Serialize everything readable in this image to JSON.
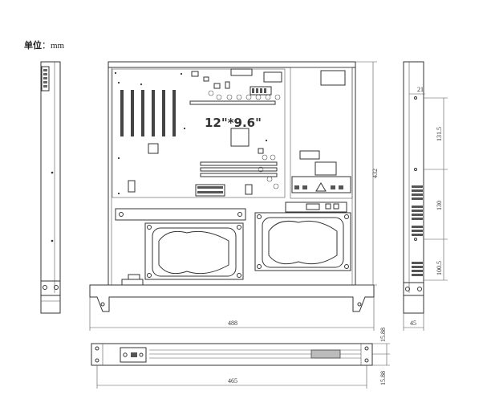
{
  "unit": {
    "label": "单位",
    "sep": "：",
    "value": "mm"
  },
  "board_size": "12\"*9.6\"",
  "dimensions": {
    "depth": "432",
    "width_overall": "488",
    "width_body": "465",
    "height": "45",
    "rail_offset": "21",
    "hole_spacing_top": "131.5",
    "hole_spacing_mid": "130",
    "hole_spacing_bottom": "100.5",
    "front_top": "15.88",
    "front_bottom": "15.88"
  }
}
